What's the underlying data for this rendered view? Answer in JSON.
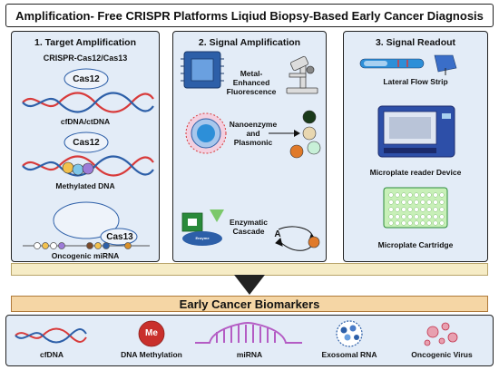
{
  "title": "Amplification- Free CRISPR Platforms Liqiud Biopsy-Based Early Cancer Diagnosis",
  "panels": {
    "target": {
      "title": "1.  Target Amplification",
      "subtitle": "CRISPR-Cas12/Cas13",
      "cas12_a": "Cas12",
      "label_cfdna": "cfDNA/ctDNA",
      "cas12_b": "Cas12",
      "label_methylated": "Methylated DNA",
      "cas13": "Cas13",
      "label_mirna": "Oncogenic miRNA"
    },
    "signal": {
      "title": "2. Signal Amplification",
      "label_metal": "Metal-\nEnhanced\nFluorescence",
      "label_nano": "Nanoenzyme\nand\nPlasmonic",
      "label_enzymatic": "Enzymatic\nCascade",
      "letter_a": "A",
      "enzyme_text": "Enzyme"
    },
    "readout": {
      "title": "3. Signal Readout",
      "label_lfs": "Lateral Flow Strip",
      "label_reader": "Microplate reader Device",
      "label_cartridge": "Microplate Cartridge"
    }
  },
  "biomarkers_title": "Early Cancer Biomarkers",
  "biomarkers": {
    "cfdna": "cfDNA",
    "methylation": "DNA Methylation",
    "me_badge": "Me",
    "mirna": "miRNA",
    "exosomal": "Exosomal RNA",
    "virus": "Oncogenic Virus"
  },
  "colors": {
    "panel_bg": "#e3ecf7",
    "biomarker_bar": "#f5d6a5",
    "beige_bar": "#f6ecc6",
    "dna_red": "#d83a3a",
    "dna_blue": "#2d5fa8",
    "me_red": "#c9302c",
    "mirna_purple": "#b45cc4"
  }
}
